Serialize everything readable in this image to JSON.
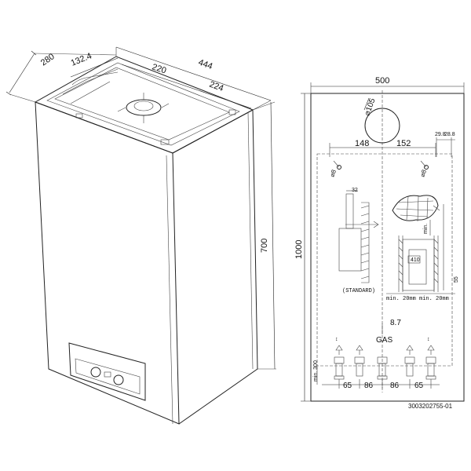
{
  "left_view": {
    "dim_depth": "280",
    "dim_offset": "132.4",
    "dim_top_center": "220",
    "dim_width": "444",
    "dim_top_right": "224",
    "dim_height": "700"
  },
  "right_view": {
    "dim_plate_width": "500",
    "dim_plate_height": "1000",
    "flue_diameter": "⌀105",
    "dim_left_offset": "148",
    "dim_right_offset": "152",
    "hole_left": "⌀8",
    "hole_right": "⌀8",
    "dim_small_1": "29.8",
    "dim_small_2": "28.8",
    "dim_32": "32",
    "standard_label": "(STANDARD)",
    "min_left": "min. 20mm",
    "min_right": "min. 20mm",
    "dim_410": "410",
    "min_vertical": "min.",
    "dim_8_7": "8.7",
    "gas_label": "GAS",
    "pipe_spacing": [
      "65",
      "86",
      "86",
      "65"
    ],
    "pipe_min_label": "min. 300",
    "part_number": "3003202755-01"
  }
}
